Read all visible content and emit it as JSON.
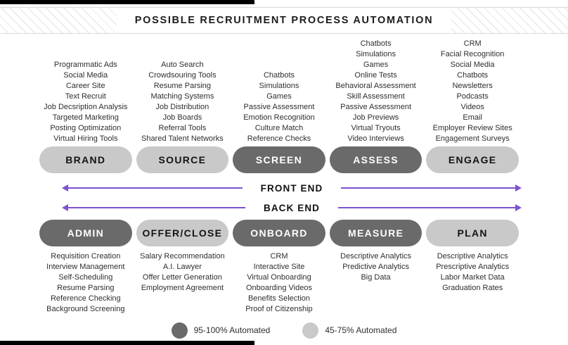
{
  "header": {
    "title": "POSSIBLE RECRUITMENT PROCESS AUTOMATION"
  },
  "colors": {
    "dark": "#6a6a6a",
    "light": "#c9c9c9",
    "arrow": "#7c52d1"
  },
  "top_stages": [
    {
      "label": "BRAND",
      "level": "light",
      "items": [
        "Programmatic Ads",
        "Social Media",
        "Career Site",
        "Text Recruit",
        "Job Decsription Analysis",
        "Targeted Marketing",
        "Posting Optimization",
        "Virtual Hiring Tools"
      ]
    },
    {
      "label": "SOURCE",
      "level": "light",
      "items": [
        "Auto Search",
        "Crowdsouring Tools",
        "Resume Parsing",
        "Matching Systems",
        "Job Distribution",
        "Job Boards",
        "Referral Tools",
        "Shared Talent Networks"
      ]
    },
    {
      "label": "SCREEN",
      "level": "dark",
      "items": [
        "Chatbots",
        "Simulations",
        "Games",
        "Passive Assessment",
        "Emotion Recognition",
        "Culture Match",
        "Reference Checks"
      ]
    },
    {
      "label": "ASSESS",
      "level": "dark",
      "items": [
        "Chatbots",
        "Simulations",
        "Games",
        "Online Tests",
        "Behavioral Assessment",
        "Skill Assessment",
        "Passive Assessment",
        "Job Previews",
        "Virtual Tryouts",
        "Video Interviews"
      ]
    },
    {
      "label": "ENGAGE",
      "level": "light",
      "items": [
        "CRM",
        "Facial Recognition",
        "Social Media",
        "Chatbots",
        "Newsletters",
        "Podcasts",
        "Videos",
        "Email",
        "Employer Review Sites",
        "Engagement Surveys"
      ]
    }
  ],
  "axes": {
    "front_label": "FRONT END",
    "back_label": "BACK END"
  },
  "bottom_stages": [
    {
      "label": "ADMIN",
      "level": "dark",
      "items": [
        "Requisition Creation",
        "Interview Management",
        "Self-Scheduling",
        "Resume Parsing",
        "Reference Checking",
        "Background Screening"
      ]
    },
    {
      "label": "OFFER/CLOSE",
      "level": "light",
      "items": [
        "Salary Recommendation",
        "A.I. Lawyer",
        "Offer Letter Generation",
        "Employment Agreement"
      ]
    },
    {
      "label": "ONBOARD",
      "level": "dark",
      "items": [
        "CRM",
        "Interactive Site",
        "Virtual Onboarding",
        "Onboarding Videos",
        "Benefits Selection",
        "Proof of Citizenship"
      ]
    },
    {
      "label": "MEASURE",
      "level": "dark",
      "items": [
        "Descriptive Analytics",
        "Predictive Analytics",
        "Big Data"
      ]
    },
    {
      "label": "PLAN",
      "level": "light",
      "items": [
        "Descriptive Analytics",
        "Prescriptive Analytics",
        "Labor Market Data",
        "Graduation Rates"
      ]
    }
  ],
  "legend": [
    {
      "level": "dark",
      "label": "95-100% Automated"
    },
    {
      "level": "light",
      "label": "45-75% Automated"
    }
  ]
}
